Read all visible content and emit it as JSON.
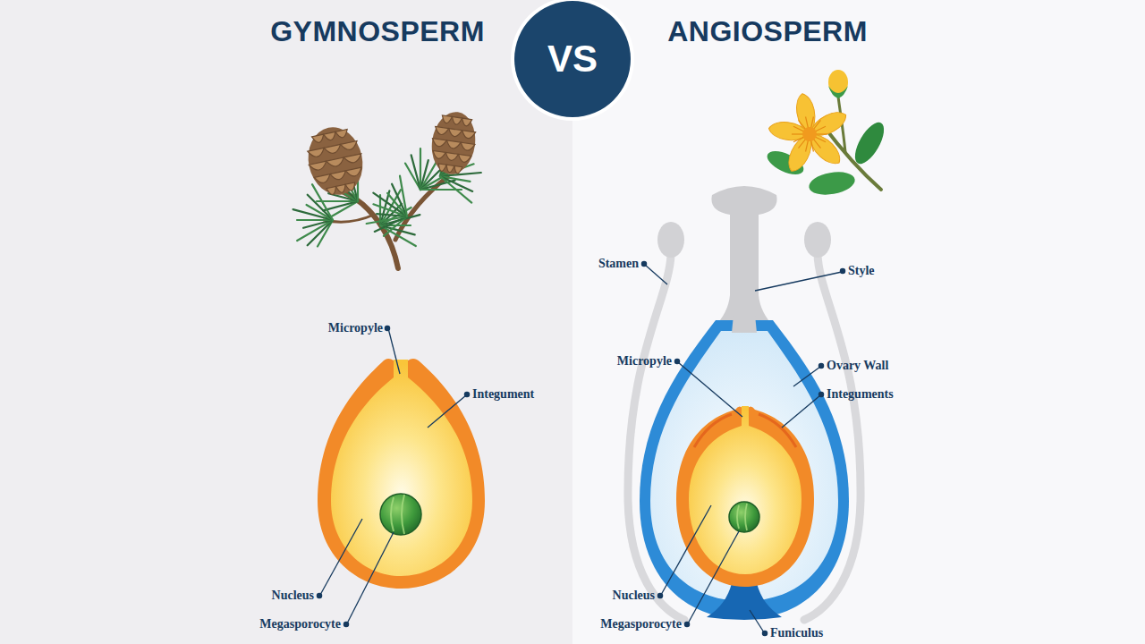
{
  "diagram": {
    "nodes": [
      {
        "text": [
          "GYMNOSPERM"
        ]
      },
      {
        "text": [
          "ANGIOSPERM"
        ]
      },
      {
        "text": [
          "VS"
        ]
      }
    ],
    "labels": [
      "Micropyle",
      "Integument",
      "Nucleus",
      "Megasporocyte",
      "Stamen",
      "Style",
      "Micropyle",
      "Ovary Wall",
      "Integuments",
      "Nucleus",
      "Megasporocyte",
      "Funiculus"
    ]
  }
}
